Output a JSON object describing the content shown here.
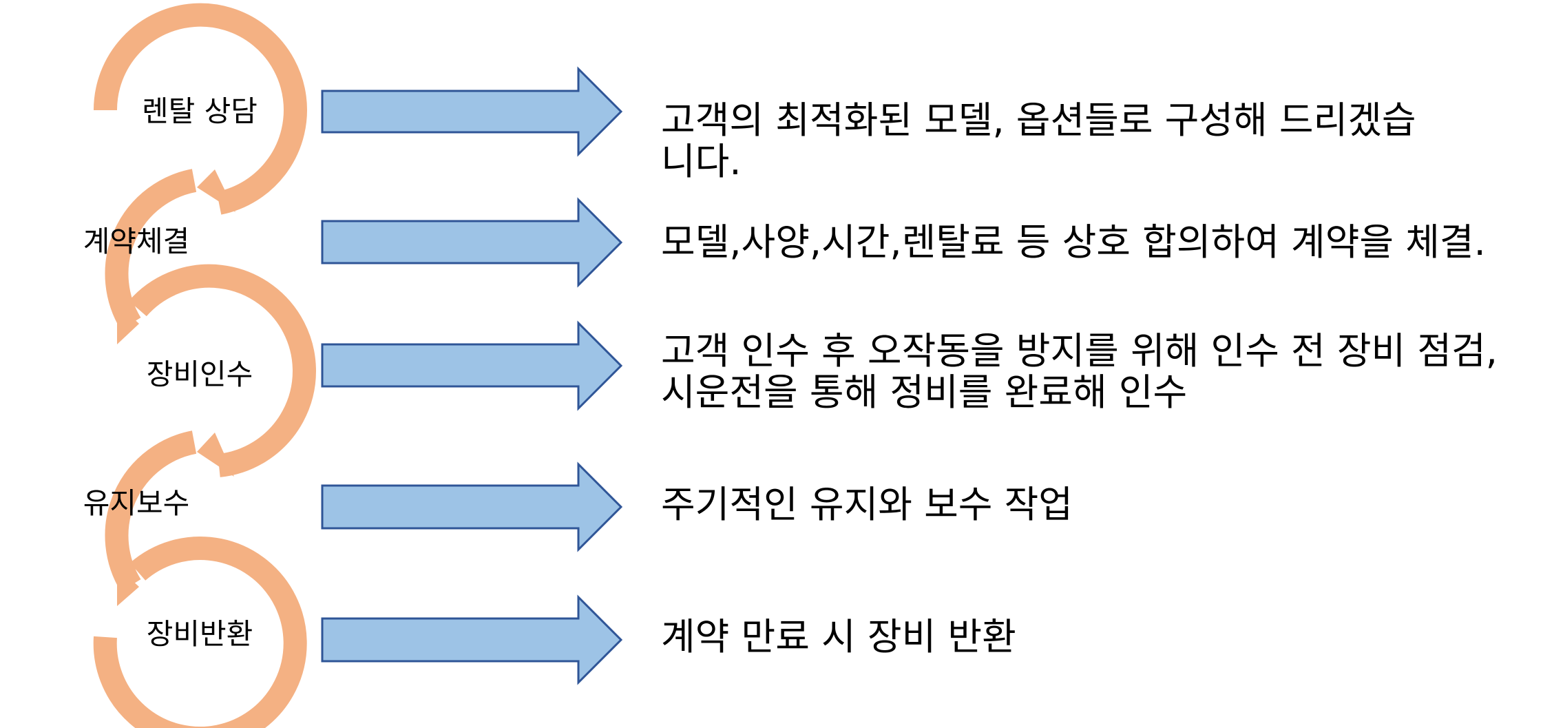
{
  "colors": {
    "cycle_arc": "#F4B183",
    "arrow_fill": "#9DC3E6",
    "arrow_stroke": "#2F5597",
    "text": "#000000"
  },
  "steps": [
    {
      "label": "렌탈 상담",
      "description_lines": [
        "고객의 최적화된 모델, 옵션들로 구성해 드리겠습",
        "니다."
      ]
    },
    {
      "label": "계약체결",
      "description_lines": [
        "모델,사양,시간,렌탈료 등 상호 합의하여 계약을 체결."
      ]
    },
    {
      "label": "장비인수",
      "description_lines": [
        "고객 인수 후 오작동을 방지를 위해 인수 전 장비 점검,",
        "시운전을 통해 정비를 완료해 인수"
      ]
    },
    {
      "label": "유지보수",
      "description_lines": [
        "주기적인 유지와 보수 작업"
      ]
    },
    {
      "label": "장비반환",
      "description_lines": [
        "계약 만료 시 장비 반환"
      ]
    }
  ]
}
